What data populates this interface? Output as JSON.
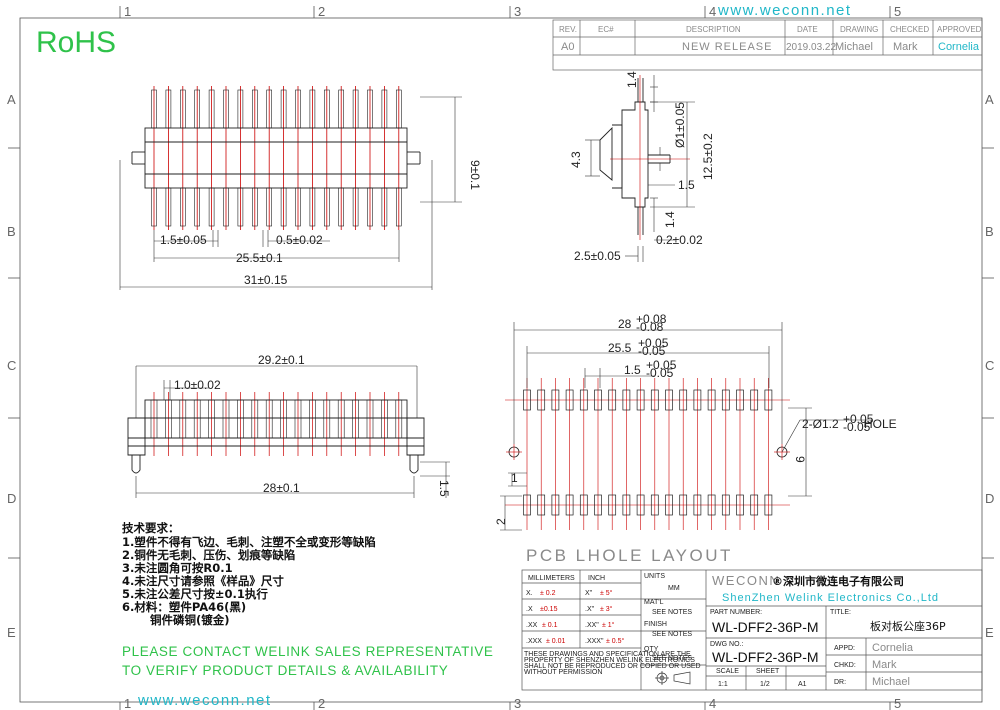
{
  "rohs": "RoHS",
  "url_top": "www.weconn.net",
  "url_bottom": "www.weconn.net",
  "border": {
    "columns": [
      "1",
      "2",
      "3",
      "4",
      "5"
    ],
    "rows": [
      "A",
      "B",
      "C",
      "D",
      "E"
    ]
  },
  "revision": {
    "headers": [
      "REV.",
      "EC#",
      "DESCRIPTION",
      "DATE",
      "DRAWING",
      "CHECKED",
      "APPROVED"
    ],
    "row": [
      "A0",
      "",
      "NEW RELEASE",
      "2019.03.22",
      "Michael",
      "Mark",
      "Cornelia"
    ]
  },
  "dims": {
    "top_height": "9±0.1",
    "pitch": "1.5±0.05",
    "pin_width": "0.5±0.02",
    "span_25": "25.5±0.1",
    "total_31": "31±0.15",
    "side_14_top": "1.4",
    "side_43": "4.3",
    "side_dia": "Ø1±0.05",
    "side_125": "12.5±0.2",
    "side_15": "1.5",
    "side_14_bottom": "1.4",
    "side_02": "0.2±0.02",
    "side_25": "2.5±0.05",
    "front_292": "29.2±0.1",
    "front_10": "1.0±0.02",
    "front_28": "28±0.1",
    "front_15": "1.5",
    "pcb_28": "28",
    "pcb_28_tol": [
      "+0.08",
      "-0.08"
    ],
    "pcb_255": "25.5",
    "pcb_255_tol": [
      "+0.05",
      "-0.05"
    ],
    "pcb_15": "1.5",
    "pcb_15_tol": [
      "+0.05",
      "-0.05"
    ],
    "pcb_hole": "2-Ø1.2",
    "pcb_hole_tol": [
      "+0.05",
      "-0.05"
    ],
    "pcb_hole_word": "HOLE",
    "pcb_9": "9",
    "pcb_1": "1",
    "pcb_2": "2"
  },
  "pcb_title": "PCB LHOLE LAYOUT",
  "tech": {
    "title": "技术要求：",
    "lines": [
      "1.塑件不得有飞边、毛刺、注塑不全或变形等缺陷",
      "2.铜件无毛刺、压伤、划痕等缺陷",
      "3.未注圆角可按R0.1",
      "4.未注尺寸请参照《样品》尺寸",
      "5.未注公差尺寸按±0.1执行",
      "6.材料：塑件PA46(黑)",
      "铜件磷铜(镀金)"
    ]
  },
  "contact": [
    "PLEASE CONTACT WELINK SALES REPRESENTATIVE",
    "TO VERIFY PRODUCT DETAILS & AVAILABILITY"
  ],
  "title_block": {
    "mm_label": "MILLIMETERS",
    "inch_label": "INCH",
    "tol_rows": [
      {
        "mm_a": "X.",
        "mm_b": "± 0.2",
        "in_a": "X\"",
        "in_b": "± 5°"
      },
      {
        "mm_a": ".X",
        "mm_b": "±0.15",
        "in_a": ".X\"",
        "in_b": "± 3°"
      },
      {
        "mm_a": ".XX",
        "mm_b": "± 0.1",
        "in_a": ".XX\"",
        "in_b": "± 1°"
      },
      {
        "mm_a": ".XXX",
        "mm_b": "± 0.01",
        "in_a": ".XXX\"",
        "in_b": "± 0.5°"
      }
    ],
    "units_label": "UNITS",
    "units_value": "MM",
    "matl_label": "MAT'L",
    "matl_value": "SEE NOTES",
    "finish_label": "FINISH",
    "finish_value": "SEE NOTES",
    "qty_label": "QTY",
    "qty_value": "SEE NOTES",
    "brand": "WECONN",
    "company_cn": "®深圳市微连电子有限公司",
    "company_en": "ShenZhen Welink Electronics Co.,Ltd",
    "part_number_label": "PART NUMBER:",
    "part_number": "WL-DFF2-36P-M",
    "title_label": "TITLE:",
    "title_value": "板对板公座36P",
    "dwg_no_label": "DWG NO.:",
    "dwg_no": "WL-DFF2-36P-M",
    "scale_label": "SCALE",
    "scale": "1:1",
    "sheet_label": "SHEET",
    "sheet": "1/2",
    "size": "A1",
    "appd_label": "APPD:",
    "appd": "Cornelia",
    "chkd_label": "CHKD:",
    "chkd": "Mark",
    "dr_label": "DR:",
    "dr": "Michael",
    "disclaimer": [
      "THESE DRAWINGS AND SPECIFICATION ARE THE",
      "PROPERTY OF SHENZHEN WELINK ELECTRONICS",
      "SHALL NOT BE REPRODUCED OR COPIED OR USED",
      "WITHOUT PERMISSION"
    ]
  }
}
